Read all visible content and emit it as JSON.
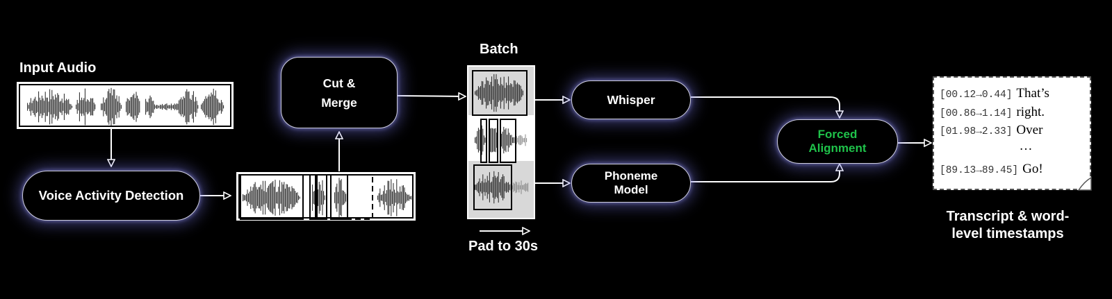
{
  "labels": {
    "input_audio": "Input Audio",
    "batch": "Batch",
    "pad": "Pad to 30s",
    "output_line1": "Transcript & word-",
    "output_line2": "level timestamps"
  },
  "nodes": {
    "vad": "Voice Activity Detection",
    "cut_line1": "Cut &",
    "cut_line2": "Merge",
    "whisper": "Whisper",
    "phoneme_line1": "Phoneme",
    "phoneme_line2": "Model",
    "forced_line1": "Forced",
    "forced_line2": "Alignment"
  },
  "colors": {
    "accent_green": "#1fc24a",
    "node_border": "#cfcfe0",
    "glow": "#7878e6"
  },
  "transcript": [
    {
      "time": "[00.12→0.44]",
      "word": "That’s"
    },
    {
      "time": "[00.86→1.14]",
      "word": "right."
    },
    {
      "time": "[01.98→2.33]",
      "word": "Over"
    },
    {
      "time": "",
      "word": "…"
    },
    {
      "time": "[89.13→89.45]",
      "word": "Go!"
    }
  ]
}
